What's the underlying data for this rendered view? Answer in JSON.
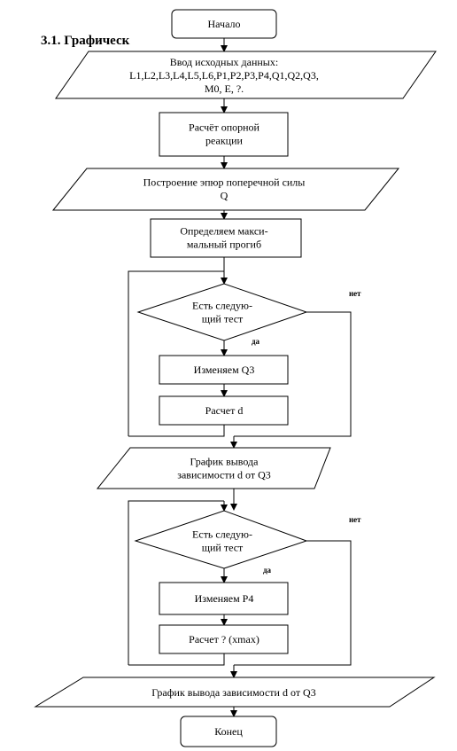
{
  "heading_fragment": "3.1. Графическ",
  "nodes": {
    "start": [
      "Начало"
    ],
    "input": [
      "Ввод исходных данных:",
      "L1,L2,L3,L4,L5,L6,P1,P2,P3,P4,Q1,Q2,Q3,",
      "M0, E, ?."
    ],
    "reaction": [
      "Расчёт опорной",
      "реакции"
    ],
    "shear": [
      "Построение эпюр поперечной силы",
      "Q"
    ],
    "deflection": [
      "Определяем макси-",
      "мальный прогиб"
    ],
    "test1": [
      "Есть следую-",
      "щий тест"
    ],
    "changeQ3": [
      "Изменяем Q3"
    ],
    "calcD1": [
      "Расчет d"
    ],
    "graph1": [
      "График вывода",
      "зависимости d от Q3"
    ],
    "test2": [
      "Есть следую-",
      "щий тест"
    ],
    "changeP4": [
      "Изменяем P4"
    ],
    "calcXmax": [
      "Расчет ? (xmax)"
    ],
    "graph2": [
      "График вывода зависимости d от Q3"
    ],
    "end": [
      "Конец"
    ]
  },
  "labels": {
    "no1": "нет",
    "yes1": "да",
    "no2": "нет",
    "yes2": "да"
  }
}
